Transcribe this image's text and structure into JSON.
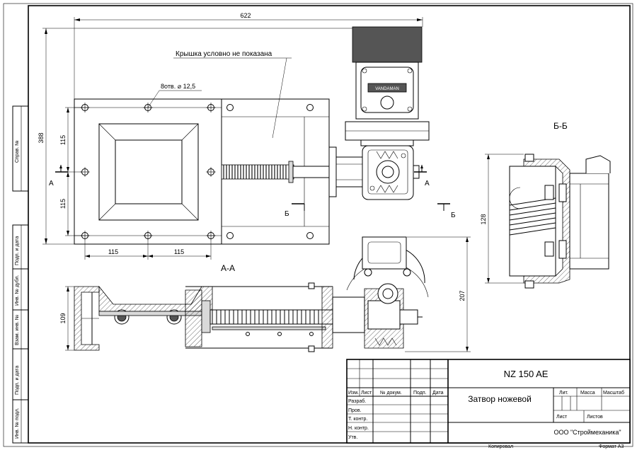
{
  "dimensions": {
    "overall_width": "622",
    "overall_height": "388",
    "upper_half_height": "115",
    "lower_half_height": "115",
    "bottom_pitch_left": "115",
    "bottom_pitch_right": "115",
    "section_height": "109",
    "right_height": "207",
    "bb_height": "128"
  },
  "annotations": {
    "cover_note": "Крышка условно не показана",
    "holes_note": "8отв. ⌀ 12,5",
    "section_aa_title": "А-А",
    "section_bb_title": "Б-Б",
    "mark_a_left": "А",
    "mark_a_right": "А",
    "mark_b_left": "Б",
    "mark_b_right": "Б",
    "motor_plate": "VANDAMAN"
  },
  "side_stamp": {
    "cells": [
      "Справ. №",
      "Подп. и дата",
      "Инв. № дубл.",
      "Взам. инв. №",
      "Подп. и дата",
      "Инв. № подл."
    ]
  },
  "title_block": {
    "designation": "NZ 150 AE",
    "name": "Затвор ножевой",
    "company": "ООО \"Строймеханика\"",
    "header_cols": [
      "Изм.",
      "Лист",
      "№ докум.",
      "Подп.",
      "Дата"
    ],
    "row_labels": [
      "Разраб.",
      "Пров.",
      "Т. контр.",
      "Н. контр.",
      "Утв."
    ],
    "lit": "Лит.",
    "mass": "Масса",
    "scale": "Масштаб",
    "sheet": "Лист",
    "sheets": "Листов",
    "copied": "Копировал",
    "format": "Формат А3"
  }
}
